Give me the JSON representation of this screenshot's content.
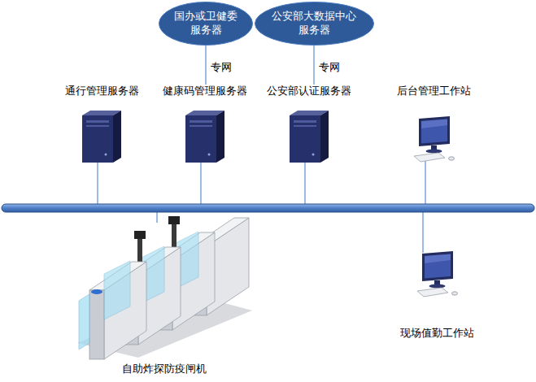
{
  "diagram": {
    "nodes": [
      {
        "text": [
          "国办或卫健委 服务器"
        ]
      },
      {
        "text": [
          "公安部大数据中心 服务器"
        ]
      },
      {
        "text": [
          "通行管理服务器"
        ]
      },
      {
        "text": [
          "健康码管理服务器"
        ]
      },
      {
        "text": [
          "公安部认证服务器"
        ]
      },
      {
        "text": [
          "后台管理工作站"
        ]
      },
      {
        "text": [
          "自助炸探防疫闸机"
        ]
      },
      {
        "text": [
          "现场值勤工作站"
        ]
      }
    ],
    "edges": [
      {
        "from": 0,
        "to": 3,
        "label": "专网",
        "arrow": "none"
      },
      {
        "from": 1,
        "to": 4,
        "label": "专网",
        "arrow": "none"
      }
    ]
  }
}
